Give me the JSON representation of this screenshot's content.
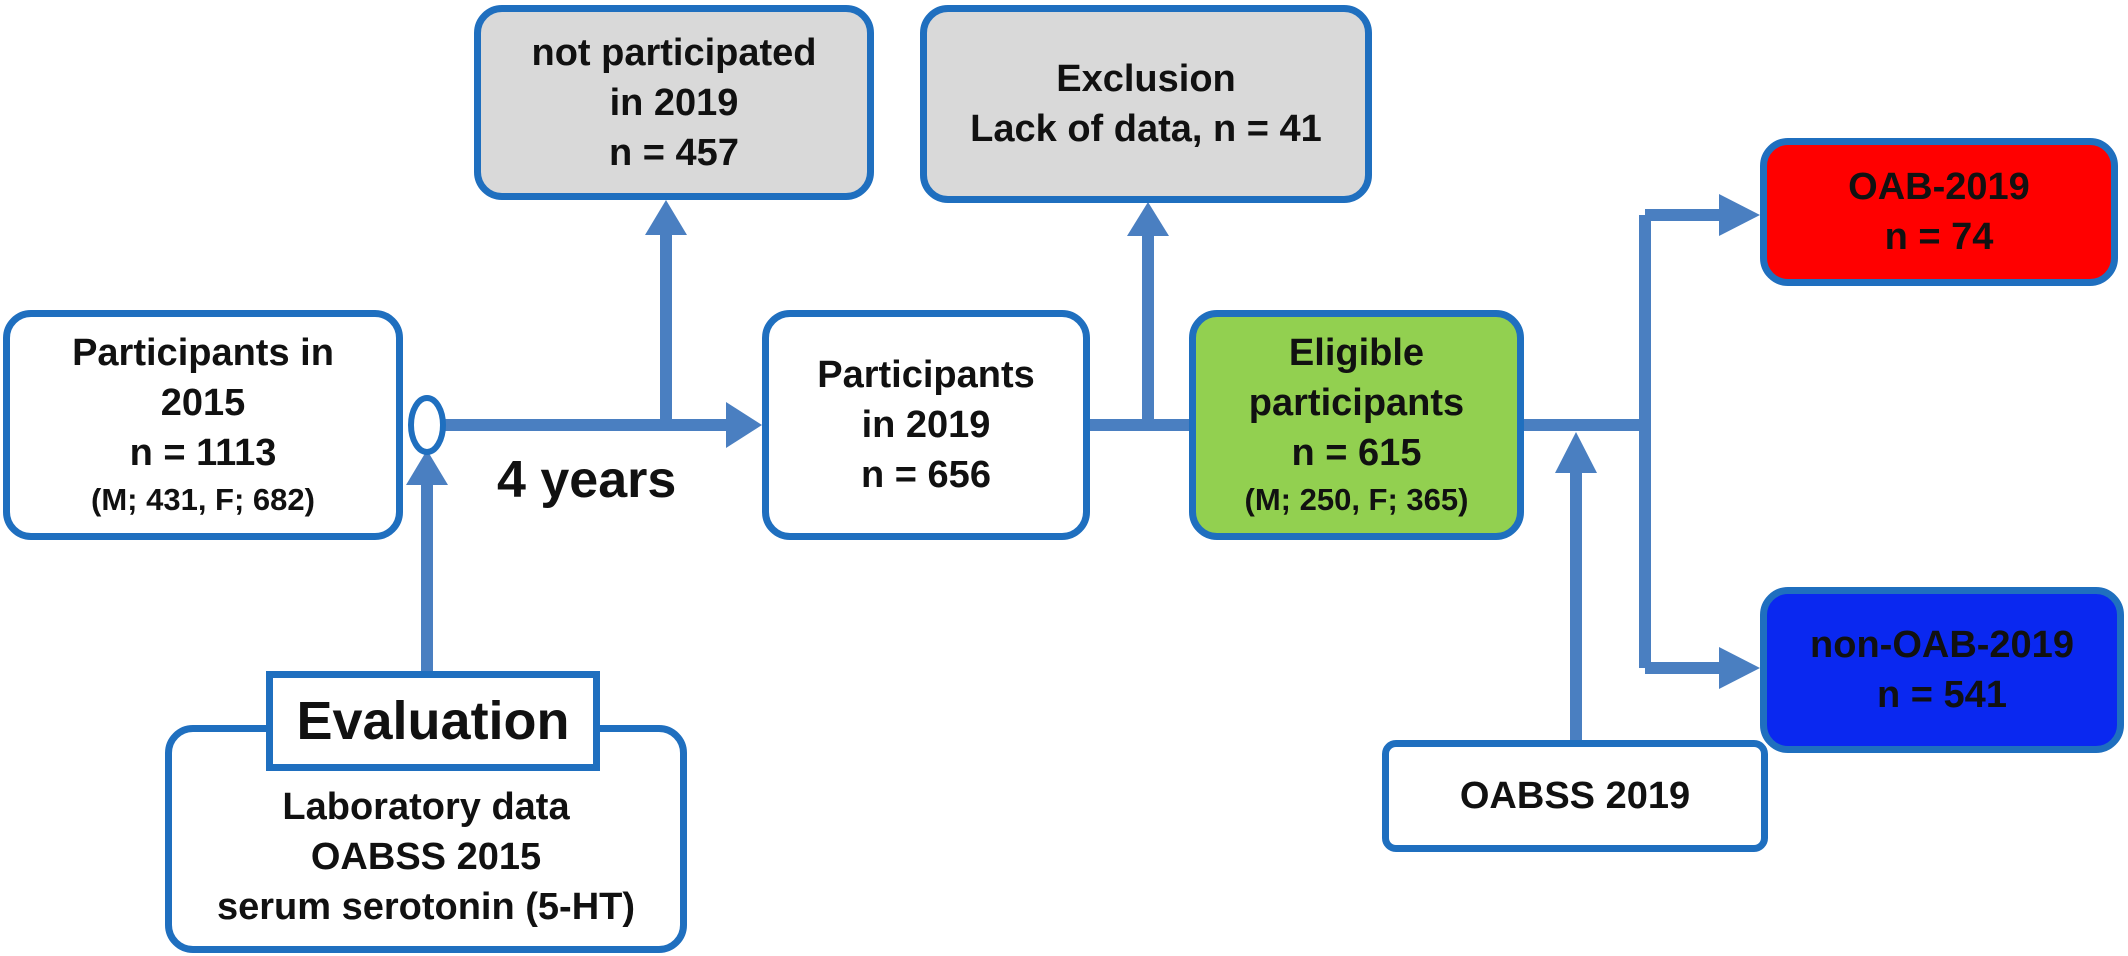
{
  "colors": {
    "border": "#1f6fbf",
    "arrow": "#4a7fc1",
    "gray_box": "#d9d9d9",
    "eligible_box": "#92d050",
    "oab_box": "#ff0000",
    "non_oab_box": "#0a28f0"
  },
  "nodes": {
    "participants_2015": {
      "line1": "Participants in",
      "line2": "2015",
      "line3": "n = 1113",
      "line4": "(M; 431, F; 682)"
    },
    "not_participated": {
      "line1": "not participated",
      "line2": "in 2019",
      "line3": "n = 457"
    },
    "participants_2019": {
      "line1": "Participants",
      "line2": "in 2019",
      "line3": "n = 656"
    },
    "exclusion": {
      "line1": "Exclusion",
      "line2": "Lack of data, n = 41"
    },
    "eligible": {
      "line1": "Eligible",
      "line2": "participants",
      "line3": "n = 615",
      "line4": "(M; 250, F; 365)"
    },
    "oab_2019": {
      "line1": "OAB-2019",
      "line2": "n = 74"
    },
    "non_oab_2019": {
      "line1": "non-OAB-2019",
      "line2": "n = 541"
    },
    "oabss_2019": {
      "line1": "OABSS 2019"
    },
    "evaluation": {
      "title": "Evaluation",
      "line1": "Laboratory data",
      "line2": "OABSS 2015",
      "line3": "serum serotonin (5-HT)"
    }
  },
  "edge_labels": {
    "interval": "4 years"
  }
}
